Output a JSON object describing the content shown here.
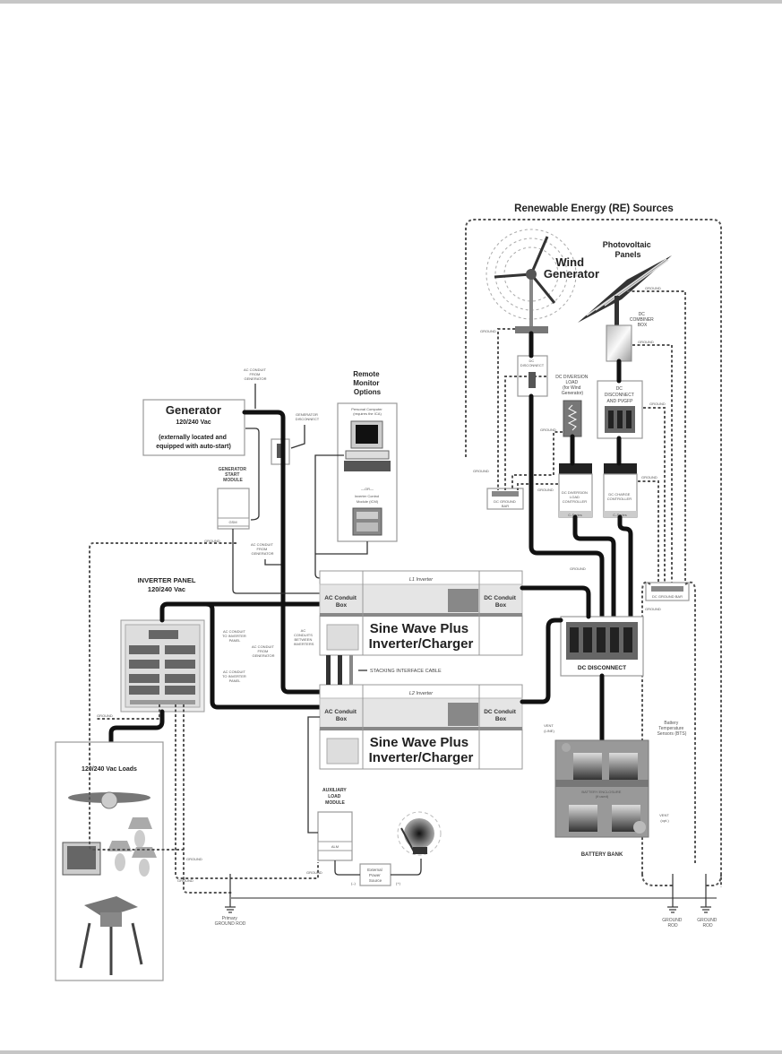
{
  "re_sources": {
    "title": "Renewable Energy (RE) Sources",
    "wind_generator": [
      "Wind",
      "Generator"
    ],
    "pv_panels": [
      "Photovoltaic",
      "Panels"
    ],
    "dc_combiner_box": [
      "DC",
      "COMBINER",
      "BOX"
    ],
    "wind_dc_disconnect": [
      "DC",
      "DISCONNECT"
    ],
    "dc_diversion_load": [
      "DC DIVERSION",
      "LOAD",
      "(for Wind",
      "Generator)"
    ],
    "dc_disconnect_pvgfp": [
      "DC",
      "DISCONNECT",
      "AND PVGFP"
    ],
    "diversion_controller": [
      "DC DIVERSION",
      "LOAD",
      "CONTROLLER"
    ],
    "diversion_controller_brand": "C-Series",
    "charge_controller": [
      "DC CHARGE",
      "CONTROLLER"
    ],
    "charge_controller_brand": "C-Series",
    "dc_ground_bar": [
      "DC GROUND",
      "BAR"
    ],
    "ground": "GROUND"
  },
  "generator": {
    "title": "Generator",
    "voltage": "120/240 Vac",
    "note": [
      "(externally located and",
      "equipped with auto-start)"
    ],
    "conduit_top": [
      "AC CONDUIT",
      "FROM",
      "GENERATOR"
    ],
    "disconnect": [
      "GENERATOR",
      "DISCONNECT"
    ],
    "start_module": [
      "GENERATOR",
      "START",
      "MODULE"
    ],
    "start_module_abbr": "GSM",
    "conduit_lower": [
      "AC CONDUIT",
      "FROM",
      "GENERATOR"
    ]
  },
  "remote_monitor": {
    "title": [
      "Remote",
      "Monitor",
      "Options"
    ],
    "pc": [
      "Personal Computer",
      "(requires the ICA)"
    ],
    "or": "—OR—",
    "icm": [
      "Inverter Control",
      "Module (ICM)"
    ]
  },
  "inverter_panel": {
    "title": "INVERTER PANEL",
    "voltage": "120/240 Vac",
    "conduit_to_panel_1": [
      "AC CONDUIT",
      "TO INVERTER",
      "PANEL"
    ],
    "conduit_from_gen": [
      "AC CONDUIT",
      "FROM",
      "GENERATOR"
    ],
    "conduit_to_panel_2": [
      "AC CONDUIT",
      "TO INVERTER",
      "PANEL"
    ],
    "conduits_between": [
      "AC",
      "CONDUITS",
      "BETWEEN",
      "INVERTERS"
    ]
  },
  "inverters": [
    {
      "label": "L1 Inverter",
      "ac_box": [
        "AC Conduit",
        "Box"
      ],
      "dc_box": [
        "DC Conduit",
        "Box"
      ],
      "name": [
        "Sine Wave Plus",
        "Inverter/Charger"
      ]
    },
    {
      "label": "L2 Inverter",
      "ac_box": [
        "AC Conduit",
        "Box"
      ],
      "dc_box": [
        "DC Conduit",
        "Box"
      ],
      "name": [
        "Sine Wave Plus",
        "Inverter/Charger"
      ]
    }
  ],
  "stacking_cable": "STACKING INTERFACE CABLE",
  "dc_disconnect": "DC DISCONNECT",
  "dc_ground_bar_main": "DC GROUND BAR",
  "battery": {
    "vent_top": [
      "VENT",
      "(LINE)"
    ],
    "bts": [
      "Battery",
      "Temperature",
      "Sensors (BTS)"
    ],
    "enclosure": [
      "BATTERY ENCLOSURE",
      "(if used)"
    ],
    "vent_bottom": [
      "VENT",
      "(opt.)"
    ],
    "title": "BATTERY BANK"
  },
  "loads": {
    "title": "120/240 Vac Loads"
  },
  "aux": {
    "title": [
      "AUXILIARY",
      "LOAD",
      "MODULE"
    ],
    "abbr": "ALM",
    "ext_power": [
      "External",
      "Power",
      "Source"
    ],
    "neg": "(–)",
    "pos": "(+)"
  },
  "grounding": {
    "ground": "GROUND",
    "primary_rod": [
      "Primary",
      "GROUND ROD"
    ],
    "rod1": [
      "GROUND",
      "ROD"
    ],
    "rod2": [
      "GROUND",
      "ROD"
    ]
  }
}
